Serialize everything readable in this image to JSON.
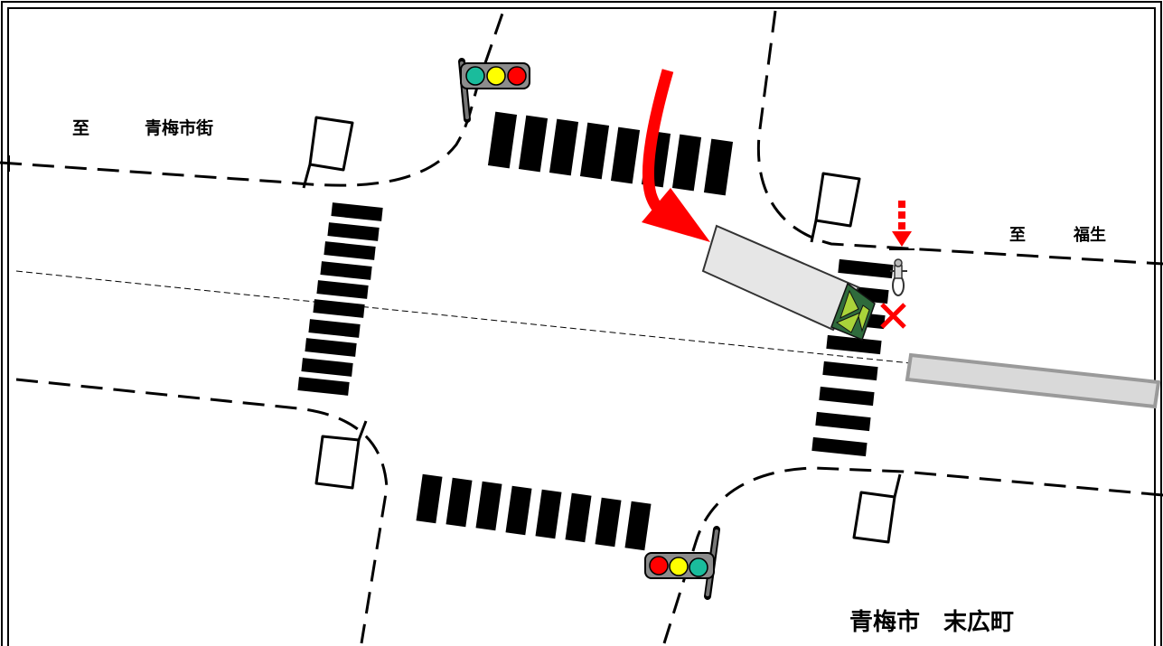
{
  "labels": {
    "to_ome_prefix": "至",
    "to_ome_place": "青梅市街",
    "to_fussa_prefix": "至",
    "to_fussa_place": "福生",
    "location": "青梅市　末広町"
  },
  "colors": {
    "arrow_red": "#ff0000",
    "signal_green": "#1abc9c",
    "signal_yellow": "#ffff00",
    "signal_red": "#ff0000",
    "signal_housing": "#8c8c8c",
    "truck_body": "#e6e6e6",
    "truck_cab": "#2f6b3c",
    "truck_cab_window": "#a9d33a",
    "road_bar": "#d9d9d9"
  }
}
